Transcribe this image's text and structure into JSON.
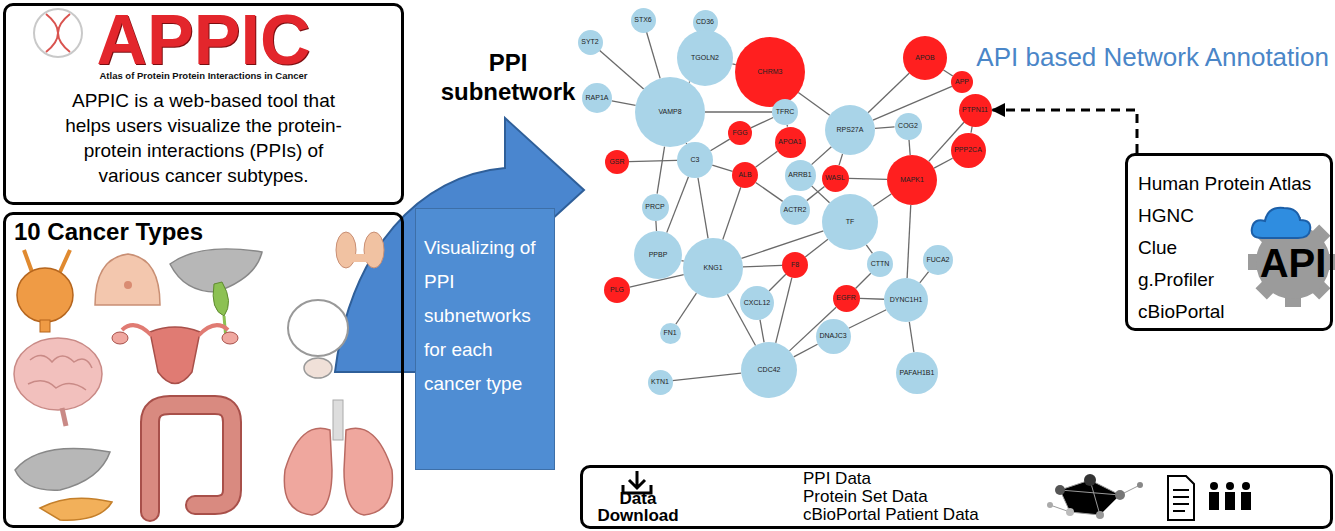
{
  "diagram": {
    "nodes": [
      {
        "text": [
          "APPIC",
          "Atlas of Protein Protein Interactions in Cancer",
          "APPIC is a web-based tool that helps users visualize the protein-protein interactions (PPIs) of various cancer subtypes."
        ]
      },
      {
        "text": [
          "10 Cancer Types"
        ]
      },
      {
        "text": [
          "Visualizing of PPI subnetworks for each cancer type"
        ]
      },
      {
        "text": [
          "STX6"
        ]
      },
      {
        "text": [
          "CD36"
        ]
      },
      {
        "text": [
          "SYT2"
        ]
      },
      {
        "text": [
          "TGOLN2"
        ]
      },
      {
        "text": [
          "APOB"
        ]
      },
      {
        "text": [
          "CHRM3"
        ]
      },
      {
        "text": [
          "APP"
        ]
      },
      {
        "text": [
          "RAP1A"
        ]
      },
      {
        "text": [
          "VAMP8"
        ]
      },
      {
        "text": [
          "PTPN11"
        ]
      },
      {
        "text": [
          "TFRC"
        ]
      },
      {
        "text": [
          "RPS27A"
        ]
      },
      {
        "text": [
          "COG2"
        ]
      },
      {
        "text": [
          "FGG"
        ]
      },
      {
        "text": [
          "APOA1"
        ]
      },
      {
        "text": [
          "PPP2CA"
        ]
      },
      {
        "text": [
          "GSR"
        ]
      },
      {
        "text": [
          "C3"
        ]
      },
      {
        "text": [
          "ARRB1"
        ]
      },
      {
        "text": [
          "ALB"
        ]
      },
      {
        "text": [
          "WASL"
        ]
      },
      {
        "text": [
          "MAPK1"
        ]
      },
      {
        "text": [
          "ACTR2"
        ]
      },
      {
        "text": [
          "PRCP"
        ]
      },
      {
        "text": [
          "TF"
        ]
      },
      {
        "text": [
          "PPBP"
        ]
      },
      {
        "text": [
          "KNG1"
        ]
      },
      {
        "text": [
          "CTTN"
        ]
      },
      {
        "text": [
          "FUCA2"
        ]
      },
      {
        "text": [
          "F8"
        ]
      },
      {
        "text": [
          "CXCL12"
        ]
      },
      {
        "text": [
          "EGFR"
        ]
      },
      {
        "text": [
          "DYNC1H1"
        ]
      },
      {
        "text": [
          "PLG"
        ]
      },
      {
        "text": [
          "FN1"
        ]
      },
      {
        "text": [
          "DNAJC3"
        ]
      },
      {
        "text": [
          "CDC42"
        ]
      },
      {
        "text": [
          "KTN1"
        ]
      },
      {
        "text": [
          "PAFAH1B1"
        ]
      },
      {
        "text": [
          "Human Protein Atlas",
          "HGNC",
          "Clue",
          "g.Profiler",
          "cBioPortal"
        ]
      },
      {
        "text": [
          "Data Download",
          "PPI Data",
          "Protein Set Data",
          "cBioPortal Patient Data"
        ]
      }
    ],
    "edges": [
      {
        "from": 5,
        "to": 11,
        "arrow": "none"
      },
      {
        "from": 3,
        "to": 11,
        "arrow": "none"
      },
      {
        "from": 4,
        "to": 6,
        "arrow": "none"
      },
      {
        "from": 6,
        "to": 11,
        "arrow": "none"
      },
      {
        "from": 6,
        "to": 8,
        "arrow": "none"
      },
      {
        "from": 8,
        "to": 14,
        "arrow": "none"
      },
      {
        "from": 10,
        "to": 11,
        "arrow": "none"
      },
      {
        "from": 11,
        "to": 13,
        "arrow": "none"
      },
      {
        "from": 11,
        "to": 20,
        "arrow": "none"
      },
      {
        "from": 11,
        "to": 26,
        "arrow": "none"
      },
      {
        "from": 8,
        "to": 13,
        "arrow": "none"
      },
      {
        "from": 7,
        "to": 14,
        "arrow": "none"
      },
      {
        "from": 7,
        "to": 9,
        "arrow": "none"
      },
      {
        "from": 9,
        "to": 14,
        "arrow": "none"
      },
      {
        "from": 12,
        "to": 24,
        "arrow": "none"
      },
      {
        "from": 12,
        "to": 18,
        "arrow": "none"
      },
      {
        "from": 14,
        "to": 15,
        "arrow": "none"
      },
      {
        "from": 14,
        "to": 23,
        "arrow": "none"
      },
      {
        "from": 14,
        "to": 21,
        "arrow": "none"
      },
      {
        "from": 15,
        "to": 24,
        "arrow": "none"
      },
      {
        "from": 18,
        "to": 24,
        "arrow": "none"
      },
      {
        "from": 13,
        "to": 17,
        "arrow": "none"
      },
      {
        "from": 13,
        "to": 16,
        "arrow": "none"
      },
      {
        "from": 16,
        "to": 20,
        "arrow": "none"
      },
      {
        "from": 17,
        "to": 22,
        "arrow": "none"
      },
      {
        "from": 21,
        "to": 27,
        "arrow": "none"
      },
      {
        "from": 23,
        "to": 24,
        "arrow": "none"
      },
      {
        "from": 20,
        "to": 29,
        "arrow": "none"
      },
      {
        "from": 20,
        "to": 28,
        "arrow": "none"
      },
      {
        "from": 20,
        "to": 22,
        "arrow": "none"
      },
      {
        "from": 19,
        "to": 20,
        "arrow": "none"
      },
      {
        "from": 26,
        "to": 28,
        "arrow": "none"
      },
      {
        "from": 28,
        "to": 29,
        "arrow": "none"
      },
      {
        "from": 33,
        "to": 32,
        "arrow": "none"
      },
      {
        "from": 22,
        "to": 29,
        "arrow": "none"
      },
      {
        "from": 22,
        "to": 25,
        "arrow": "none"
      },
      {
        "from": 23,
        "to": 25,
        "arrow": "none"
      },
      {
        "from": 32,
        "to": 39,
        "arrow": "none"
      },
      {
        "from": 27,
        "to": 30,
        "arrow": "none"
      },
      {
        "from": 24,
        "to": 27,
        "arrow": "none"
      },
      {
        "from": 24,
        "to": 35,
        "arrow": "none"
      },
      {
        "from": 34,
        "to": 35,
        "arrow": "none"
      },
      {
        "from": 27,
        "to": 29,
        "arrow": "none"
      },
      {
        "from": 27,
        "to": 32,
        "arrow": "none"
      },
      {
        "from": 29,
        "to": 36,
        "arrow": "none"
      },
      {
        "from": 29,
        "to": 32,
        "arrow": "none"
      },
      {
        "from": 29,
        "to": 37,
        "arrow": "none"
      },
      {
        "from": 29,
        "to": 39,
        "arrow": "none"
      },
      {
        "from": 30,
        "to": 34,
        "arrow": "none"
      },
      {
        "from": 35,
        "to": 38,
        "arrow": "none"
      },
      {
        "from": 35,
        "to": 41,
        "arrow": "none"
      },
      {
        "from": 35,
        "to": 31,
        "arrow": "none"
      },
      {
        "from": 34,
        "to": 39,
        "arrow": "none"
      },
      {
        "from": 38,
        "to": 39,
        "arrow": "none"
      },
      {
        "from": 40,
        "to": 39,
        "arrow": "none"
      },
      {
        "from": 33,
        "to": 39,
        "arrow": "none"
      },
      {
        "from": 42,
        "to": 12,
        "arrow": "to",
        "label": "API based Network Annotation"
      }
    ],
    "labels": [
      "PPI subnetwork",
      "API"
    ]
  }
}
